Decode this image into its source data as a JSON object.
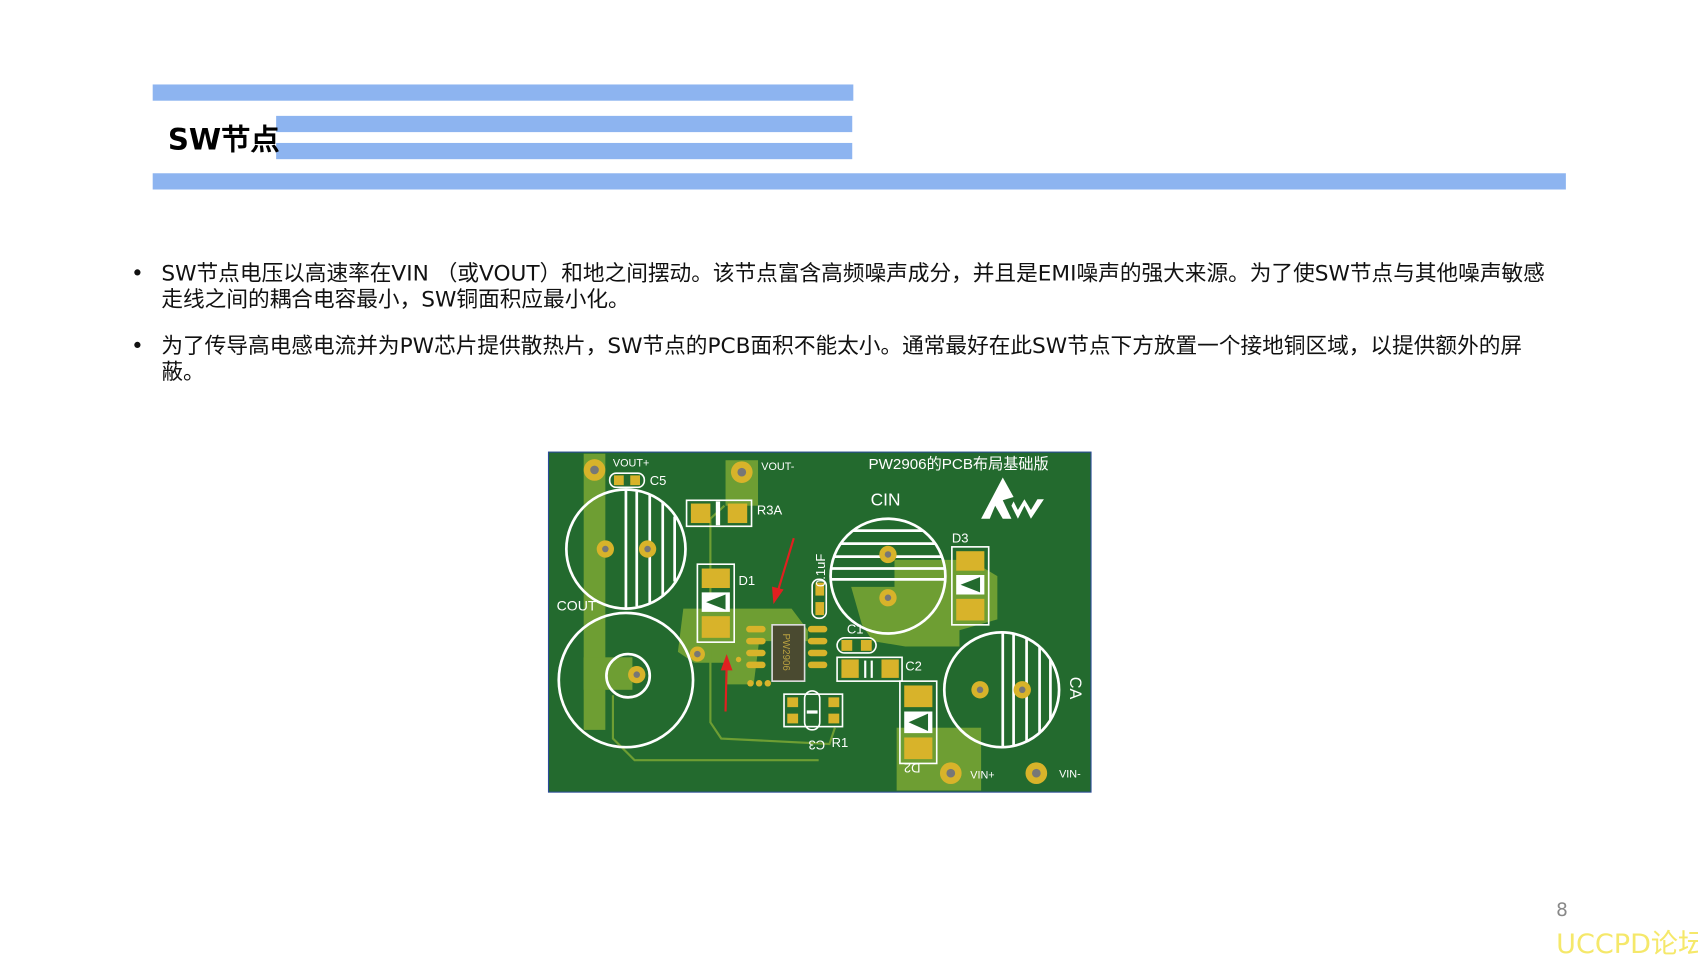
{
  "slide": {
    "title": "SW节点",
    "bullets": [
      "SW节点电压以高速率在VIN （或VOUT）和地之间摆动。该节点富含高频噪声成分，并且是EMI噪声的强大来源。为了使SW节点与其他噪声敏感走线之间的耦合电容最小，SW铜面积应最小化。",
      "为了传导高电感电流并为PW芯片提供散热片，SW节点的PCB面积不能太小。通常最好在此SW节点下方放置一个接地铜区域，以提供额外的屏蔽。"
    ],
    "bullet_symbol": "•",
    "page_number": "8",
    "watermark": "UCCPD论坛"
  },
  "pcb_image": {
    "title": "PW2906的PCB布局基础版",
    "chip_label": "PW2906",
    "labels": {
      "vout_plus": "VOUT+",
      "vout_minus": "VOUT-",
      "c5": "C5",
      "r3a": "R3A",
      "cin": "CIN",
      "d3": "D3",
      "d1": "D1",
      "cap_value": "0.1uF",
      "cout": "COUT",
      "c1": "C1",
      "c2": "C2",
      "ca": "CA",
      "c3": "C3",
      "r1": "R1",
      "d2": "D2",
      "vin_plus": "VIN+",
      "vin_minus": "VIN-"
    },
    "colors": {
      "board": "#236a2e",
      "copper": "#6e9e33",
      "pad": "#d8b32a",
      "silk": "#ffffff",
      "arrow": "#e02020"
    }
  },
  "colors": {
    "header_bar": "#8db4f0",
    "watermark": "#f5e86a"
  }
}
